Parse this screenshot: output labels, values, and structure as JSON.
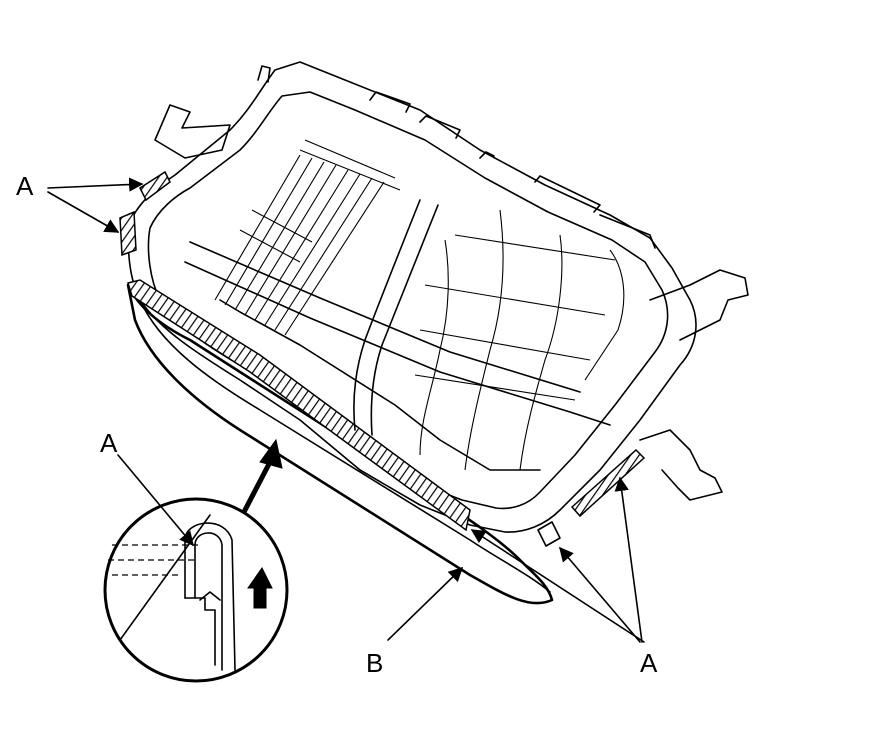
{
  "labels": {
    "clip_a_top_left": "A",
    "clip_a_detail": "A",
    "clip_a_bottom_right": "A",
    "cover_b": "B"
  },
  "colors": {
    "line": "#000000",
    "background": "#ffffff"
  },
  "icons": [
    "seat-cushion-frame",
    "hook-clip-detail",
    "arrow-up-icon",
    "leader-arrow-icon"
  ]
}
